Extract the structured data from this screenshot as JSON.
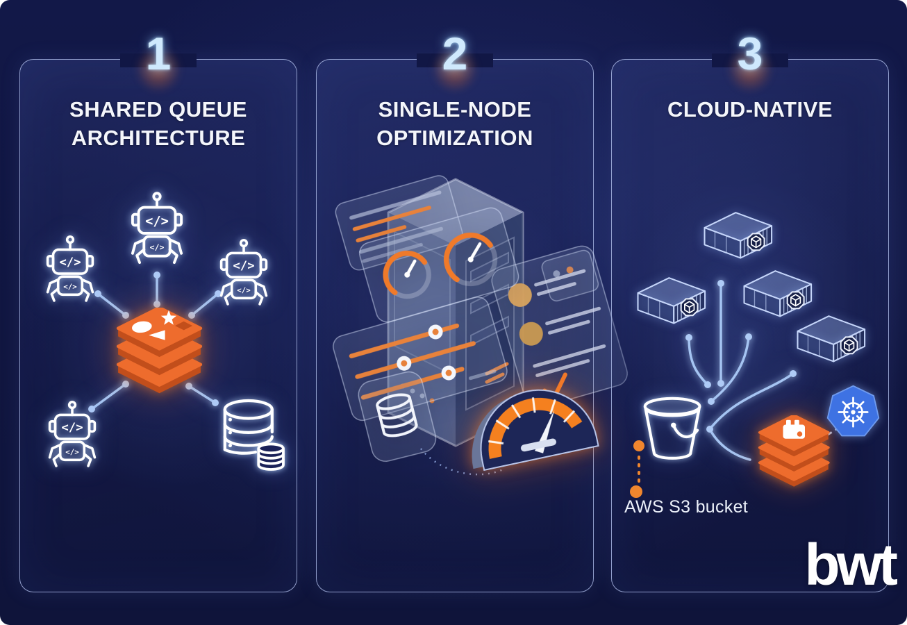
{
  "brand": {
    "logo_text": "bwt"
  },
  "colors": {
    "background": "#121848",
    "panel_border": "#A8B6E3",
    "accent_orange": "#ED6A2C",
    "accent_orange_dark": "#C24E1B",
    "number_blue": "#CFE9FD",
    "connector_blue": "#A5C4F2",
    "kubernetes_blue": "#3E72E3",
    "title_white": "#F4F6FB"
  },
  "panels": [
    {
      "number": "1",
      "title_line1": "SHARED QUEUE",
      "title_line2": "ARCHITECTURE",
      "icons": [
        "worker-robot-icon",
        "redis-queue-stack-icon",
        "database-icon",
        "connector-line"
      ]
    },
    {
      "number": "2",
      "title_line1": "SINGLE-NODE",
      "title_line2": "OPTIMIZATION",
      "icons": [
        "server-tower-icon",
        "metrics-card-icon",
        "gauge-dial-icon",
        "sliders-card-icon",
        "checklist-card-icon",
        "database-card-icon",
        "speedometer-icon"
      ]
    },
    {
      "number": "3",
      "title_line1": "CLOUD-NATIVE",
      "title_line2": "",
      "annotation": "AWS S3 bucket",
      "icons": [
        "shipping-container-icon",
        "s3-bucket-icon",
        "redis-container-stack-icon",
        "kubernetes-icon"
      ]
    }
  ]
}
